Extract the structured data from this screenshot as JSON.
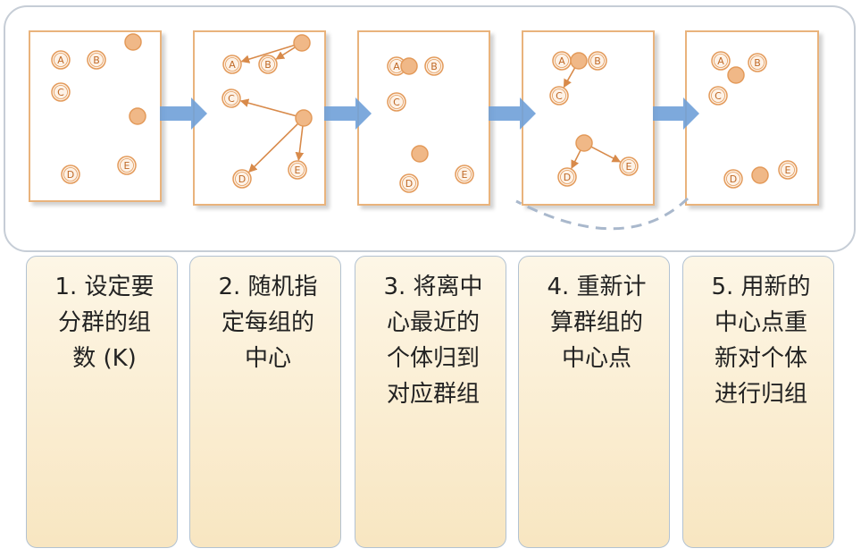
{
  "steps": [
    {
      "caption": "1. 设定要\n分群的组\n数 (K)",
      "points": [
        {
          "label": "A",
          "kind": "point"
        },
        {
          "label": "B",
          "kind": "point"
        },
        {
          "label": "C",
          "kind": "point"
        },
        {
          "label": "D",
          "kind": "point"
        },
        {
          "label": "E",
          "kind": "point"
        },
        {
          "label": "",
          "kind": "centroid"
        },
        {
          "label": "",
          "kind": "centroid"
        }
      ],
      "arrows": []
    },
    {
      "caption": "2. 随机指\n定每组的\n中心",
      "points": [
        {
          "label": "A",
          "kind": "point"
        },
        {
          "label": "B",
          "kind": "point"
        },
        {
          "label": "C",
          "kind": "point"
        },
        {
          "label": "D",
          "kind": "point"
        },
        {
          "label": "E",
          "kind": "point"
        },
        {
          "label": "",
          "kind": "centroid"
        },
        {
          "label": "",
          "kind": "centroid"
        }
      ],
      "arrows": [
        {
          "from": 5,
          "to": 0
        },
        {
          "from": 5,
          "to": 1
        },
        {
          "from": 6,
          "to": 2
        },
        {
          "from": 6,
          "to": 3
        },
        {
          "from": 6,
          "to": 4
        }
      ]
    },
    {
      "caption": "3. 将离中\n心最近的\n个体归到\n对应群组",
      "points": [
        {
          "label": "A",
          "kind": "point"
        },
        {
          "label": "",
          "kind": "centroid"
        },
        {
          "label": "B",
          "kind": "point"
        },
        {
          "label": "C",
          "kind": "point"
        },
        {
          "label": "",
          "kind": "centroid"
        },
        {
          "label": "D",
          "kind": "point"
        },
        {
          "label": "E",
          "kind": "point"
        }
      ],
      "arrows": []
    },
    {
      "caption": "4. 重新计\n算群组的\n中心点",
      "points": [
        {
          "label": "A",
          "kind": "point"
        },
        {
          "label": "",
          "kind": "centroid"
        },
        {
          "label": "B",
          "kind": "point"
        },
        {
          "label": "C",
          "kind": "point"
        },
        {
          "label": "",
          "kind": "centroid"
        },
        {
          "label": "D",
          "kind": "point"
        },
        {
          "label": "E",
          "kind": "point"
        }
      ],
      "arrows": [
        {
          "from": 1,
          "to": 3
        },
        {
          "from": 4,
          "to": 5
        },
        {
          "from": 4,
          "to": 6
        }
      ]
    },
    {
      "caption": "5. 用新的\n中心点重\n新对个体\n进行归组",
      "points": [
        {
          "label": "A",
          "kind": "point"
        },
        {
          "label": "",
          "kind": "centroid"
        },
        {
          "label": "B",
          "kind": "point"
        },
        {
          "label": "C",
          "kind": "point"
        },
        {
          "label": "D",
          "kind": "point"
        },
        {
          "label": "",
          "kind": "centroid"
        },
        {
          "label": "E",
          "kind": "point"
        }
      ],
      "arrows": []
    }
  ],
  "flow_arrows": 4,
  "loop": {
    "from_step": 5,
    "to_step": 4,
    "style": "dashed"
  },
  "colors": {
    "frame_border": "#c6cdd6",
    "panel_border": "#e9b37c",
    "point_fill": "#fdf2e7",
    "point_stroke": "#e39a5a",
    "point_text": "#c06a28",
    "centroid_fill": "#f0b887",
    "arrow_small": "#d88a4a",
    "flow_arrow": "#6fa0d8",
    "loop_dash": "#a9b8cc",
    "card_top": "#fdf6e6",
    "card_bottom": "#f8e6c1",
    "card_border": "#b2c2d2"
  }
}
